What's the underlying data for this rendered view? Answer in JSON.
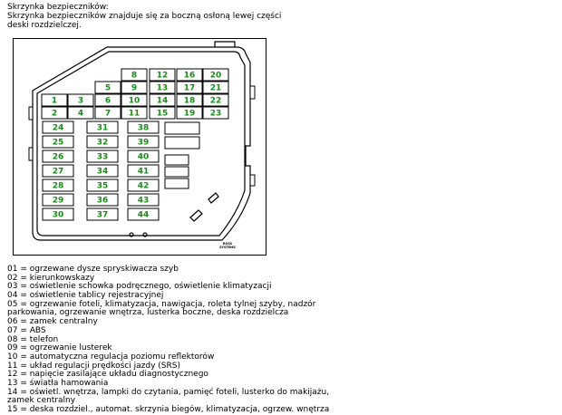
{
  "header": {
    "title": "Skrzynka bezpieczników:",
    "line1": "Skrzynka bezpieczników znajduje się za boczną osłoną lewej części",
    "line2": "deski rozdzielczej."
  },
  "fuses": {
    "top": [
      [
        "",
        "",
        "",
        "8",
        "12",
        "16",
        "20"
      ],
      [
        "",
        "",
        "5",
        "9",
        "13",
        "17",
        "21"
      ],
      [
        "1",
        "3",
        "6",
        "10",
        "14",
        "18",
        "22"
      ],
      [
        "2",
        "4",
        "7",
        "11",
        "15",
        "19",
        "23"
      ]
    ],
    "col_a": [
      "24",
      "25",
      "26",
      "27",
      "28",
      "29",
      "30"
    ],
    "col_b": [
      "31",
      "32",
      "33",
      "34",
      "35",
      "36",
      "37"
    ],
    "col_c": [
      "38",
      "39",
      "40",
      "41",
      "42",
      "43",
      "44"
    ]
  },
  "marks": [
    "ROSS",
    "SYSTEMS"
  ],
  "legend": [
    "01 = ogrzewane dysze spryskiwacza szyb",
    "02 = kierunkowskazy",
    "03 = oświetlenie schowka podręcznego, oświetlenie klimatyzacji",
    "04 = oświetlenie tablicy rejestracyjnej",
    "05 = ogrzewanie foteli, klimatyzacja, nawigacja, roleta tylnej szyby, nadzór",
    "parkowania, ogrzewanie wnętrza, lusterka boczne, deska rozdzielcza",
    "06 = zamek centralny",
    "07 = ABS",
    "08 = telefon",
    "09 = ogrzewanie lusterek",
    "10 = automatyczna regulacja poziomu reflektorów",
    "11 = układ regulacji prędkości jazdy (SRS)",
    "12 = napięcie zasilające układu diagnostycznego",
    "13 = światła hamowania",
    "14 = oświetl. wnętrza, lampki do czytania, pamięć foteli, lusterko do makijażu,",
    "zamek centralny",
    "15 = deska rozdziel., automat. skrzynia biegów, klimatyzacja, ogrzew. wnętrza"
  ]
}
